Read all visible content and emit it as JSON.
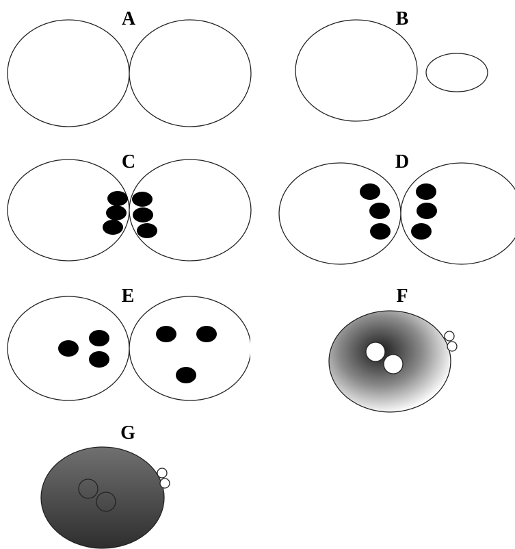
{
  "figure": {
    "panels": [
      {
        "id": "A",
        "label": "A"
      },
      {
        "id": "B",
        "label": "B"
      },
      {
        "id": "C",
        "label": "C"
      },
      {
        "id": "D",
        "label": "D"
      },
      {
        "id": "E",
        "label": "E"
      },
      {
        "id": "F",
        "label": "F"
      },
      {
        "id": "G",
        "label": "G"
      }
    ]
  },
  "colors": {
    "outline": "#222222",
    "blob": "#000000",
    "gradient_center": "#1a1a1a",
    "gradient_edge": "#ffffff",
    "fill_g_top": "#6a6a6a",
    "fill_g_bottom": "#2e2e2e"
  }
}
